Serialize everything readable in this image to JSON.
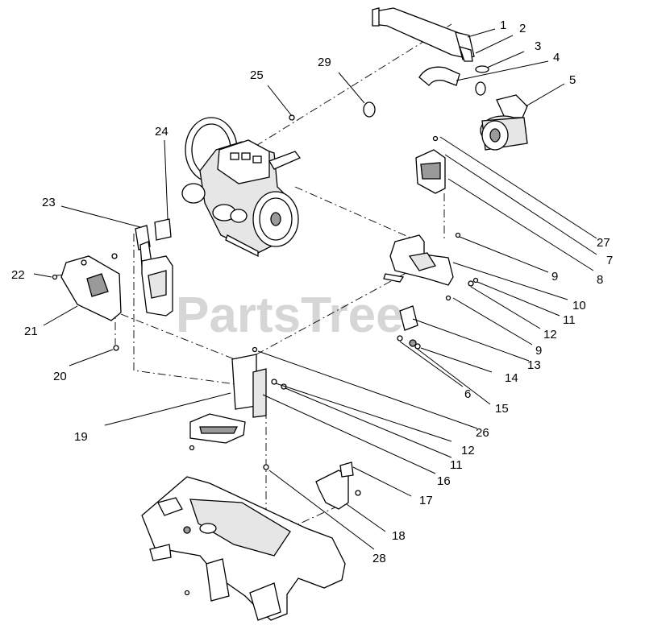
{
  "watermark": "PartsTree",
  "callouts": [
    "1",
    "2",
    "3",
    "4",
    "5",
    "6",
    "7",
    "8",
    "9",
    "9",
    "10",
    "11",
    "11",
    "12",
    "12",
    "13",
    "14",
    "15",
    "16",
    "17",
    "18",
    "19",
    "20",
    "21",
    "22",
    "23",
    "24",
    "25",
    "26",
    "27",
    "28",
    "29"
  ],
  "colors": {
    "line": "#000000",
    "watermark": "#d6d6d6",
    "background": "#ffffff"
  }
}
